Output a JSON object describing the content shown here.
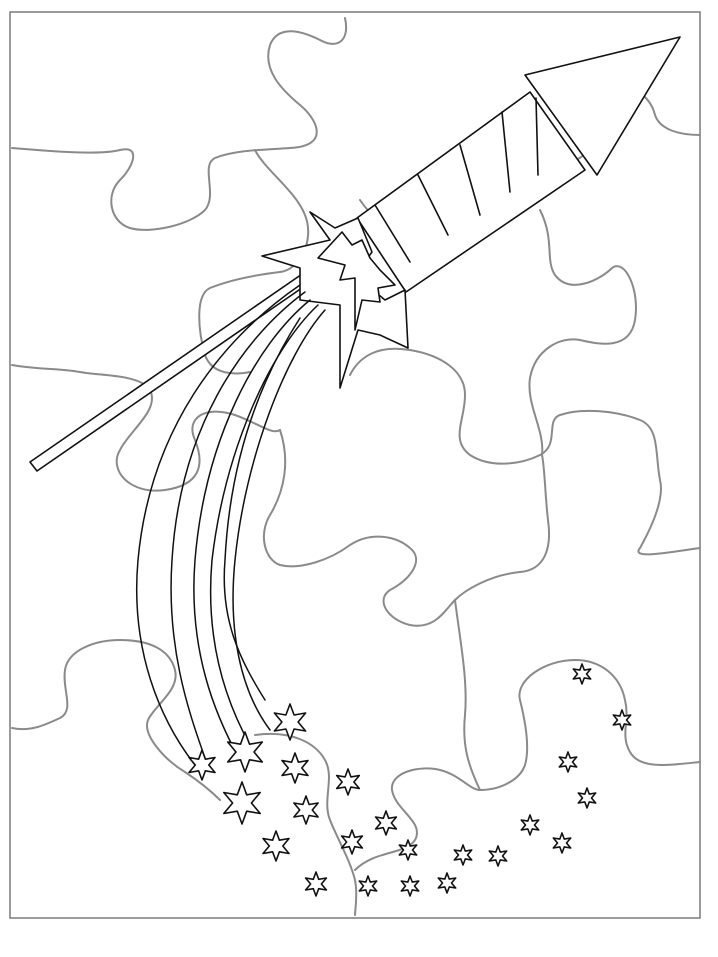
{
  "page": {
    "background_color": "#ffffff",
    "line_color": "#111111",
    "puzzle_line_color": "#8a8a8a"
  },
  "picture": {
    "subject": "coloring-page",
    "elements": [
      "border-frame",
      "puzzle-grid",
      "firework-rocket",
      "spark-burst",
      "spark-trails",
      "stars"
    ]
  }
}
